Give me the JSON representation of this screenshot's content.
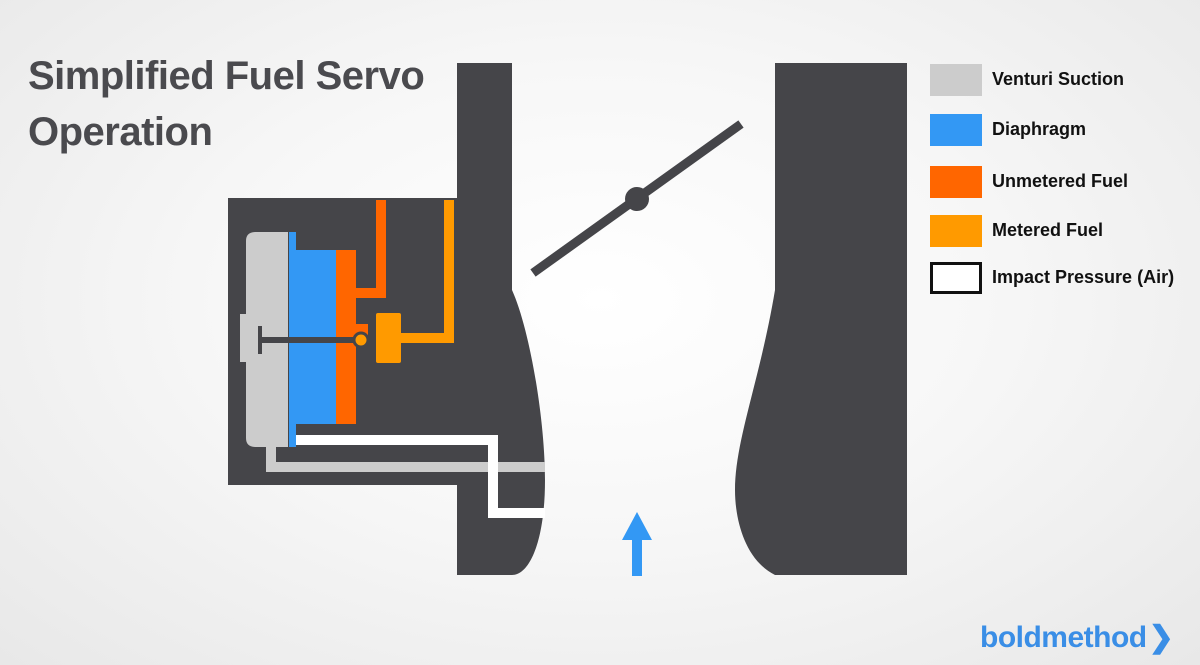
{
  "title": {
    "line1": "Simplified Fuel Servo",
    "line2": "Operation"
  },
  "legend": [
    {
      "label": "Venturi Suction",
      "color": "#cccccc"
    },
    {
      "label": "Diaphragm",
      "color": "#3398f4"
    },
    {
      "label": "Unmetered Fuel",
      "color": "#ff6600"
    },
    {
      "label": "Metered Fuel",
      "color": "#ff9a00"
    },
    {
      "label": "Impact Pressure (Air)",
      "color": "#ffffff"
    }
  ],
  "brand": {
    "name": "boldmethod",
    "chevron": "❯"
  },
  "colors": {
    "body": "#454549",
    "venturi_suction": "#cccccc",
    "diaphragm": "#3398f4",
    "unmetered_fuel": "#ff6600",
    "metered_fuel": "#ff9a00",
    "impact_pressure": "#ffffff",
    "airflow_arrow": "#3398f4"
  },
  "icons": {
    "airflow": "up-arrow-icon",
    "throttle": "throttle-butterfly-valve"
  }
}
